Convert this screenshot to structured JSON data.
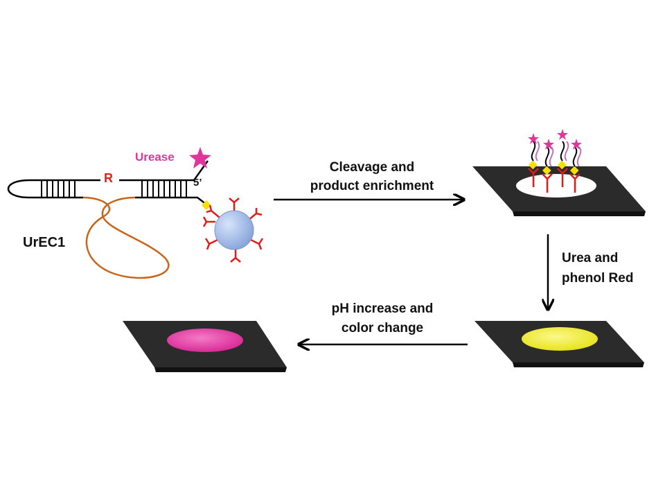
{
  "labels": {
    "urease": "Urease",
    "r": "R",
    "five_prime": "5’",
    "enzyme_name": "UrEC1"
  },
  "steps": [
    {
      "line1": "Cleavage and",
      "line2": "product enrichment"
    },
    {
      "line1": "Urea and",
      "line2": "phenol Red"
    },
    {
      "line1": "pH increase and",
      "line2": "color change"
    }
  ],
  "colors": {
    "background": "#ffffff",
    "urease_star": "#e0359a",
    "r_label": "#e41b17",
    "substrate_strand": "#c8641a",
    "antibody": "#e41b17",
    "bead": "#9ab6e6",
    "tag": "#f5e000",
    "chip": "#2b2b2b",
    "well_capture": "#ffffff",
    "spot_yellow": "#f3f03c",
    "spot_pink": "#e83ca6"
  }
}
